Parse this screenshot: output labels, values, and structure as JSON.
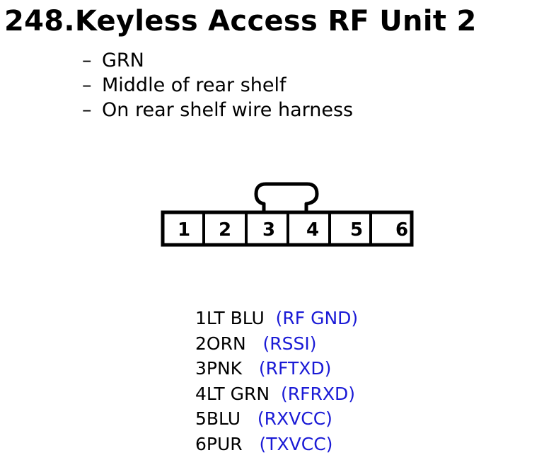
{
  "title": "248.Keyless Access RF Unit 2",
  "details": [
    "GRN",
    "Middle of rear shelf",
    "On rear shelf wire harness"
  ],
  "bullet_char": "–",
  "connector": {
    "pin_labels": [
      "1",
      "2",
      "3",
      "4",
      "5",
      "6"
    ]
  },
  "pins": [
    {
      "num": "1",
      "color": "LT BLU",
      "function": "(RF GND)",
      "gap": "  "
    },
    {
      "num": "2",
      "color": "ORN",
      "function": "(RSSI)",
      "gap": "   "
    },
    {
      "num": "3",
      "color": "PNK",
      "function": "(RFTXD)",
      "gap": "   "
    },
    {
      "num": "4",
      "color": "LT GRN",
      "function": "(RFRXD)",
      "gap": "  "
    },
    {
      "num": "5",
      "color": "BLU",
      "function": "(RXVCC)",
      "gap": "   "
    },
    {
      "num": "6",
      "color": "PUR",
      "function": "(TXVCC)",
      "gap": "   "
    }
  ],
  "colors": {
    "function_text": "#1a1ad6",
    "outline": "#000000"
  }
}
